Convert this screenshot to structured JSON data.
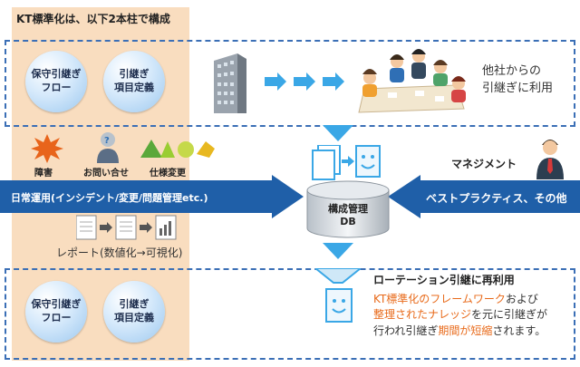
{
  "title": "KT標準化は、以下2本柱で構成",
  "top_panel": {
    "bubble1": "保守引継ぎ\nフロー",
    "bubble2": "引継ぎ\n項目定義",
    "right_text_line1": "他社からの",
    "right_text_line2": "引継ぎに利用"
  },
  "icons": {
    "incident": "障害",
    "inquiry": "お問い合せ",
    "spec_change": "仕様変更"
  },
  "left_arrow_text": "日常運用(インシデント/変更/問題管理etc.)",
  "right_arrow_text": "ベストプラクティス、その他",
  "management_label": "マネジメント",
  "db_label_line1": "構成管理",
  "db_label_line2": "DB",
  "report_label": "レポート(数値化→可視化)",
  "bottom_panel": {
    "bubble1": "保守引継ぎ\nフロー",
    "bubble2": "引継ぎ\n項目定義",
    "heading": "ローテーション引継に再利用",
    "line1_orange": "KT標準化のフレームワーク",
    "line1_rest": "および",
    "line2_orange": "整理されたナレッジ",
    "line2_rest": "を元に引継ぎが",
    "line3_a": "行われ引継ぎ",
    "line3_orange": "期間が短縮",
    "line3_b": "されます。"
  },
  "colors": {
    "accent_blue": "#1f5fa8",
    "light_blue": "#3aa7e6",
    "orange": "#e86a1a",
    "peach": "#f9ddbf"
  }
}
